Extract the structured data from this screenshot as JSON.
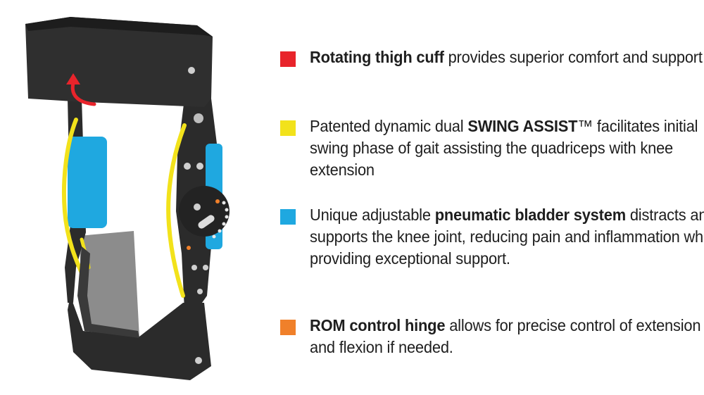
{
  "features": [
    {
      "color": "#e8242b",
      "bold": "Rotating thigh cuff",
      "text_before": "",
      "text_after": " provides superior comfort and support"
    },
    {
      "color": "#f2e21b",
      "text_before": "Patented dynamic dual ",
      "bold": "SWING ASSIST",
      "text_after": "™ facilitates initial swing phase of gait assisting the quadriceps with knee extension"
    },
    {
      "color": "#1fa8e0",
      "text_before": "Unique adjustable ",
      "bold": "pneumatic bladder system",
      "text_after": " distracts and supports the knee joint, reducing pain and inflammation while providing exceptional support."
    },
    {
      "color": "#f0802a",
      "text_before": "",
      "bold": "ROM control hinge",
      "text_after": " allows for precise control of extension and flexion if needed."
    }
  ],
  "icons": {
    "rotation_arrow": "curved-arrow-icon"
  }
}
